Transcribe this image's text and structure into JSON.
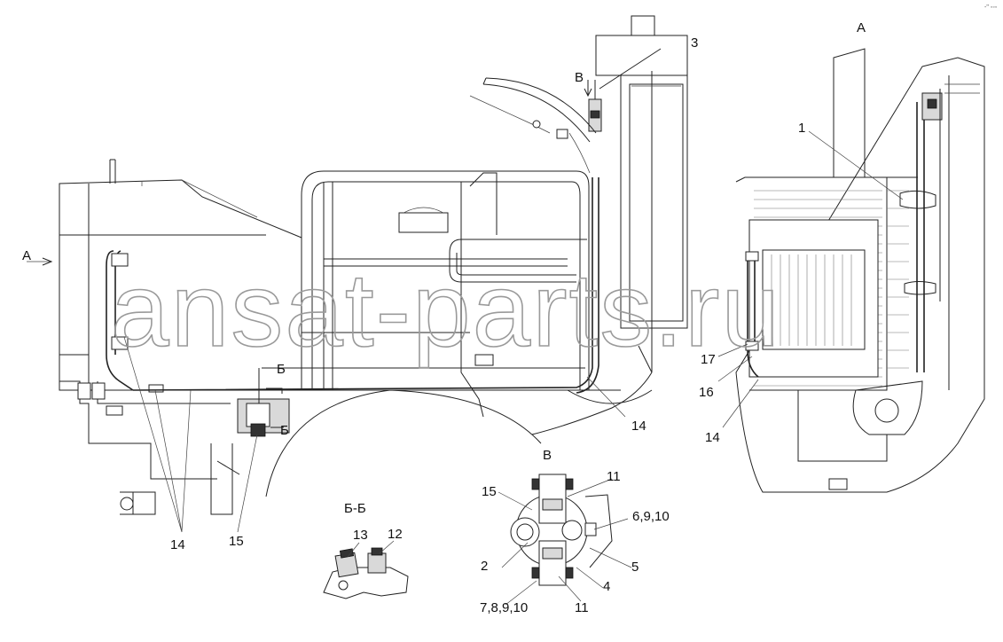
{
  "view_labels": {
    "view_a_main": "А",
    "view_a_detail": "А",
    "view_v_arrow": "В",
    "view_v_detail": "В",
    "section_b_top": "Б",
    "section_b_bottom": "Б",
    "section_bb": "Б-Б"
  },
  "callouts": {
    "c3": "3",
    "c1": "1",
    "c14_main_bottom": "14",
    "c14_main_right": "14",
    "c14_detail": "14",
    "c15_main": "15",
    "c17": "17",
    "c16": "16",
    "c13": "13",
    "c12": "12",
    "c15_v": "15",
    "c11_top": "11",
    "c6_9_10": "6,9,10",
    "c2": "2",
    "c5": "5",
    "c4": "4",
    "c7_8_9_10": "7,8,9,10",
    "c11_bottom": "11"
  },
  "watermark": "ansat-parts.ru",
  "corner_mark": "-\" ◦◦◦"
}
